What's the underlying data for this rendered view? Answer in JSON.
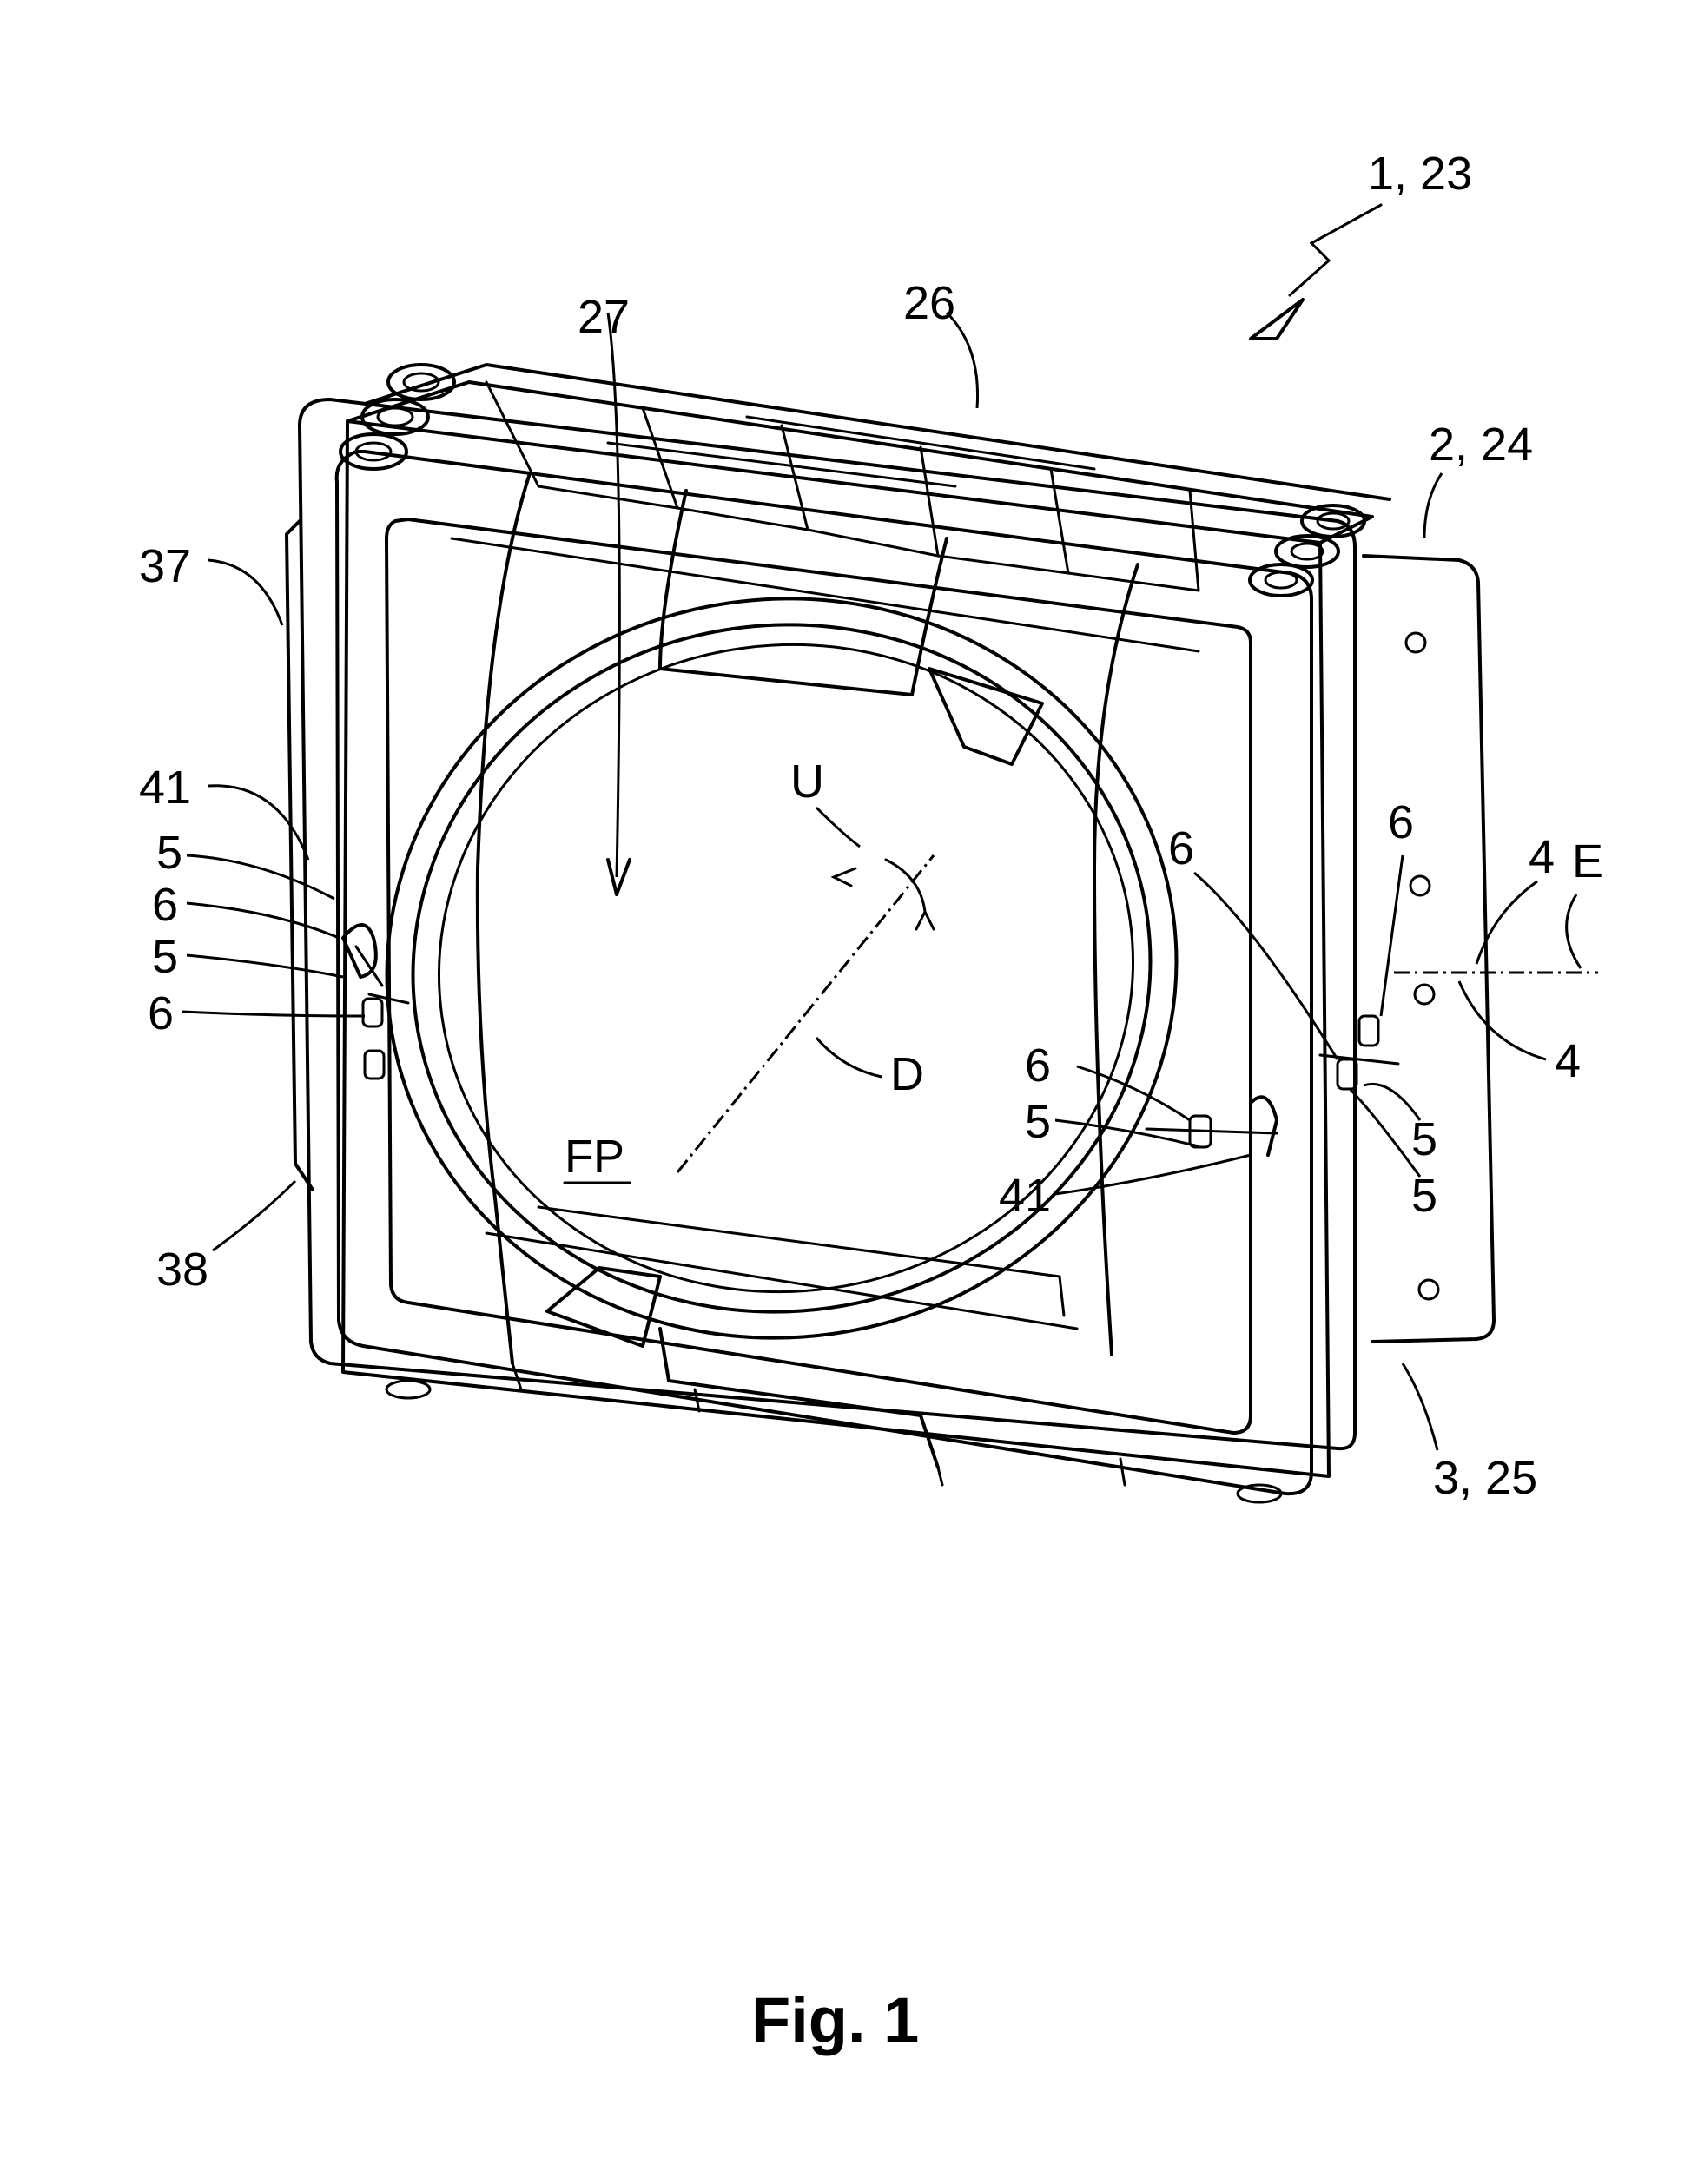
{
  "figure": {
    "caption": "Fig. 1",
    "labels": {
      "l_1_23": "1, 23",
      "l_26": "26",
      "l_27": "27",
      "l_2_24": "2, 24",
      "l_37": "37",
      "l_41_left": "41",
      "l_5_left_a": "5",
      "l_6_left_a": "6",
      "l_5_left_b": "5",
      "l_6_left_b": "6",
      "l_U": "U",
      "l_D": "D",
      "l_FP": "FP",
      "l_6_mid_a": "6",
      "l_6_mid_b": "6",
      "l_6_mid_c": "6",
      "l_5_mid": "5",
      "l_41_mid": "41",
      "l_4_top": "4",
      "l_4_bottom": "4",
      "l_E": "E",
      "l_5_right_a": "5",
      "l_5_right_b": "5",
      "l_38": "38",
      "l_3_25": "3, 25"
    }
  }
}
